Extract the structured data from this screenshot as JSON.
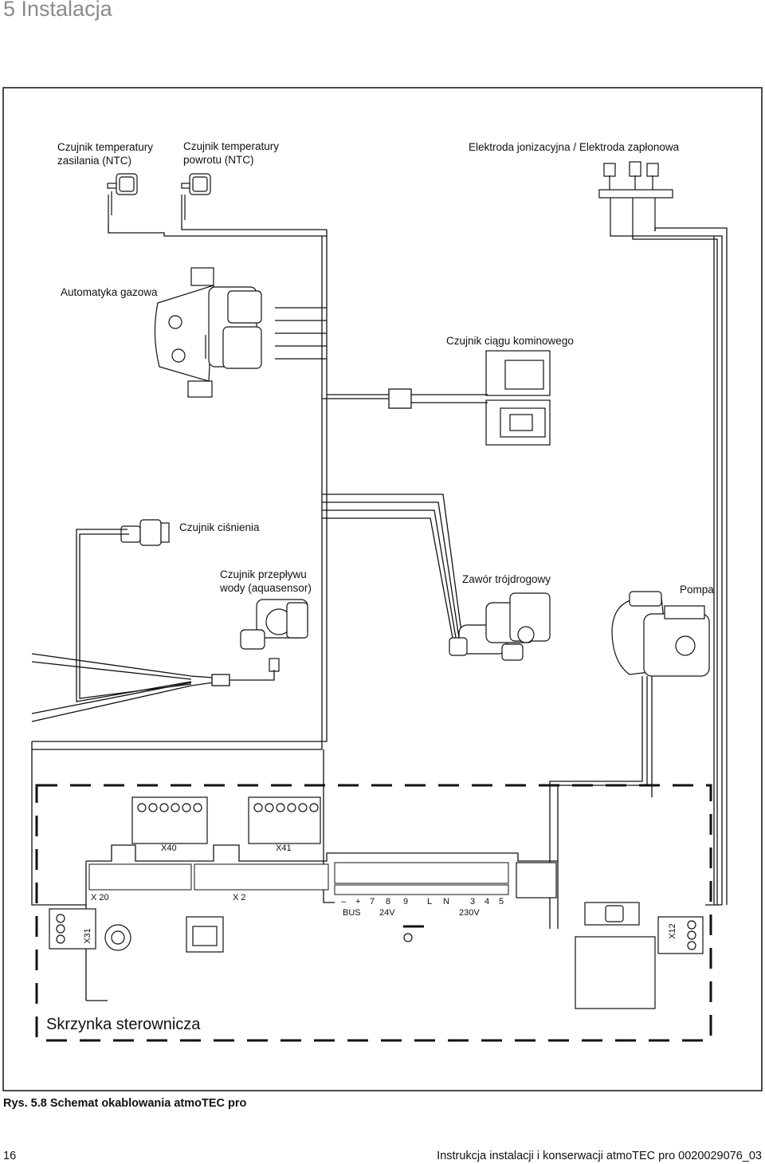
{
  "header": {
    "section_title": "5 Instalacja"
  },
  "diagram": {
    "labels": {
      "supply_sensor": [
        "Czujnik temperatury",
        "zasilania (NTC)"
      ],
      "return_sensor": [
        "Czujnik temperatury",
        "powrotu (NTC)"
      ],
      "electrodes": "Elektroda jonizacyjna / Elektroda zapłonowa",
      "gas_valve": "Automatyka gazowa",
      "flue_sensor": "Czujnik ciągu kominowego",
      "pressure_sensor": "Czujnik ciśnienia",
      "flow_sensor": [
        "Czujnik przepływu",
        "wody (aquasensor)"
      ],
      "diverter_valve": "Zawór trójdrogowy",
      "pump": "Pompa",
      "control_box": "Skrzynka sterownicza"
    },
    "connectors": {
      "x40": "X40",
      "x41": "X41",
      "x20": "X 20",
      "x2": "X 2",
      "x31": "X31",
      "x12": "X12"
    },
    "terminals": {
      "pins": [
        "–",
        "+",
        "7",
        "8",
        "9",
        "L",
        "N",
        "3",
        "4",
        "5"
      ],
      "bus": "BUS",
      "v24": "24V",
      "v230": "230V"
    }
  },
  "caption": "Rys. 5.8 Schemat okablowania atmoTEC pro",
  "footer": {
    "page_number": "16",
    "document_title": "Instrukcja instalacji i konserwacji atmoTEC pro 0020029076_03"
  }
}
